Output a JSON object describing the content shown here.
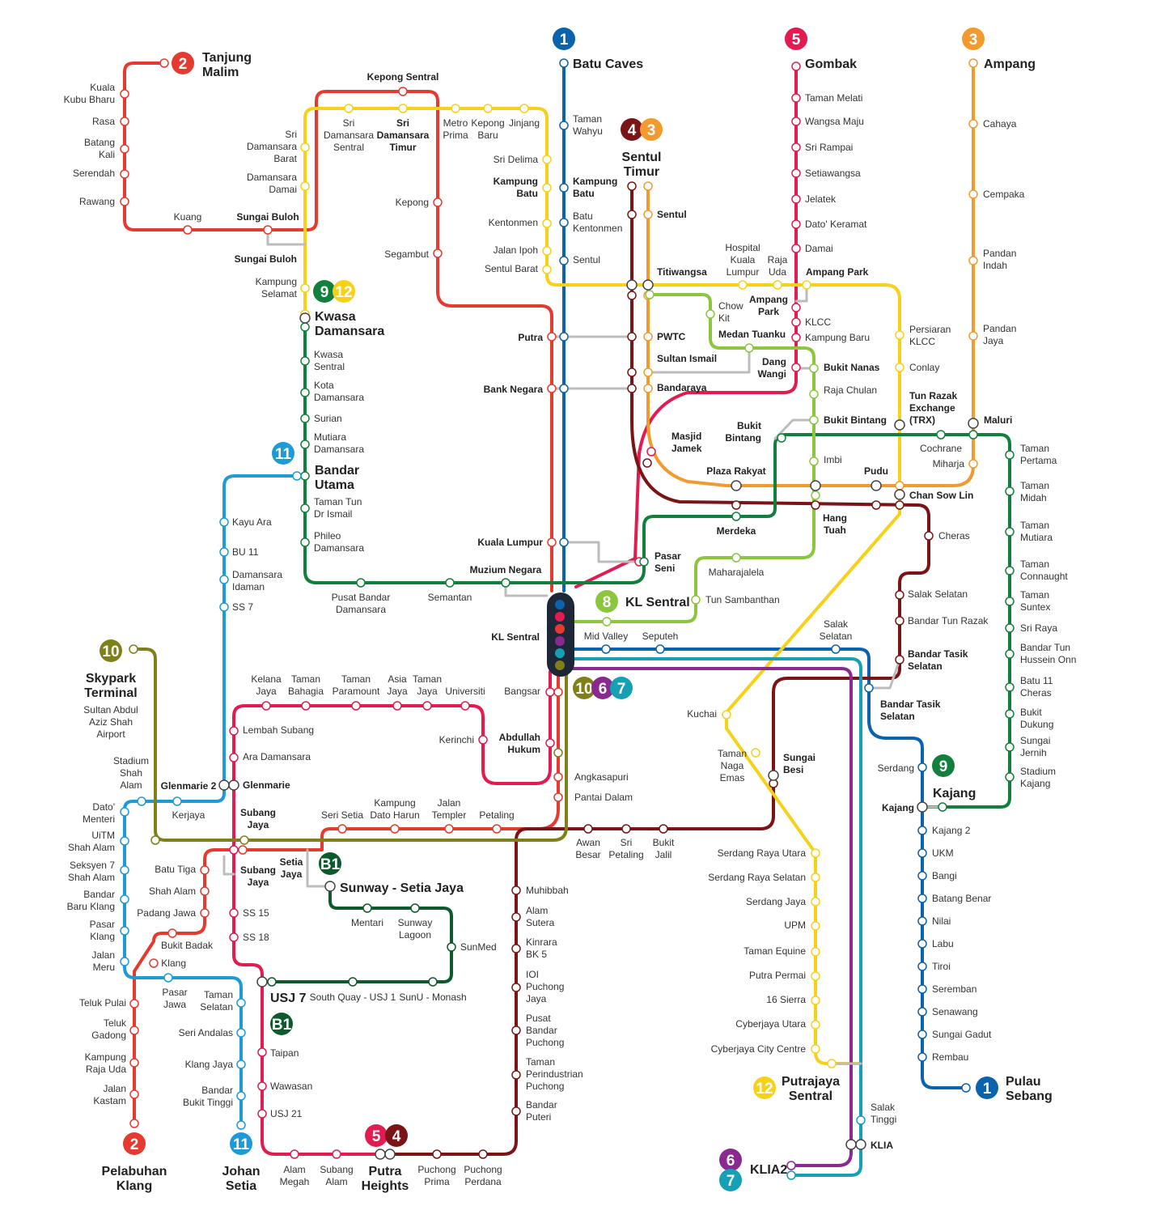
{
  "lines": [
    {
      "id": "1",
      "color": "#0b63ad"
    },
    {
      "id": "2",
      "color": "#e53a2f"
    },
    {
      "id": "3",
      "color": "#f39a2e"
    },
    {
      "id": "4",
      "color": "#7b1416"
    },
    {
      "id": "5",
      "color": "#e21b51"
    },
    {
      "id": "6",
      "color": "#8a2a91"
    },
    {
      "id": "7",
      "color": "#16a0b5"
    },
    {
      "id": "8",
      "color": "#8cc63f"
    },
    {
      "id": "9",
      "color": "#11803c"
    },
    {
      "id": "10",
      "color": "#80801a"
    },
    {
      "id": "11",
      "color": "#1e9ad6"
    },
    {
      "id": "12",
      "color": "#f7d117"
    },
    {
      "id": "B1",
      "color": "#0d5a2c"
    }
  ],
  "terminals": [
    {
      "line": "2",
      "name": "Tanjung Malim",
      "park": true
    },
    {
      "line": "1",
      "name": "Batu Caves",
      "park": true
    },
    {
      "line": "5",
      "name": "Gombak",
      "park": true
    },
    {
      "line": "3",
      "name": "Ampang",
      "park": true
    },
    {
      "line": "4 3",
      "name": "Sentul Timur",
      "park": true
    },
    {
      "line": "9 12",
      "name": "Kwasa Damansara",
      "park": true
    },
    {
      "line": "11",
      "name": "Bandar Utama",
      "park": true
    },
    {
      "line": "8",
      "name": "KL Sentral"
    },
    {
      "line": "10",
      "name": "Skypark Terminal",
      "sub": "Sultan Abdul Aziz Shah Airport"
    },
    {
      "line": "10 6 7"
    },
    {
      "line": "B1",
      "name": "Sunway - Setia Jaya"
    },
    {
      "line": "B1",
      "name": "USJ 7"
    },
    {
      "line": "9",
      "name": "Kajang",
      "park": true
    },
    {
      "line": "1",
      "name": "Pulau Sebang",
      "park": true
    },
    {
      "line": "12",
      "name": "Putrajaya Sentral",
      "park": true
    },
    {
      "line": "6 7",
      "name": "KLIA2"
    },
    {
      "line": "2",
      "name": "Pelabuhan Klang",
      "park": true
    },
    {
      "line": "11",
      "name": "Johan Setia",
      "park": true
    },
    {
      "line": "5 4",
      "name": "Putra Heights",
      "park": true
    }
  ],
  "stations": {
    "line2_north": [
      "Kuala Kubu Bharu",
      "Rasa",
      "Batang Kali",
      "Serendah",
      "Rawang",
      "Kuang",
      "Sungai Buloh"
    ],
    "line9_west": [
      "Sungai Buloh",
      "Kampung Selamat",
      "Kwasa Sentral",
      "Kota Damansara",
      "Surian",
      "Mutiara Damansara",
      "Taman Tun Dr Ismail",
      "Phileo Damansara",
      "Pusat Bandar Damansara",
      "Semantan",
      "Muzium Negara"
    ],
    "line12_north": [
      "Sri Damansara Barat",
      "Damansara Damai",
      "Sri Damansara Sentral",
      "Sri Damansara Timur",
      "Metro Prima",
      "Kepong Baru",
      "Jinjang",
      "Sri Delima",
      "Kampung Batu",
      "Kentonmen",
      "Jalan Ipoh",
      "Sentul Barat",
      "Titiwangsa",
      "Hospital Kuala Lumpur",
      "Raja Uda",
      "Ampang Park",
      "Persiaran KLCC",
      "Conlay",
      "Tun Razak Exchange (TRX)",
      "Chan Sow Lin",
      "Kuchai",
      "Taman Naga Emas",
      "Sungai Besi",
      "Serdang Raya Utara",
      "Serdang Raya Selatan",
      "Serdang Jaya",
      "UPM",
      "Taman Equine",
      "Putra Permai",
      "16 Sierra",
      "Cyberjaya Utara",
      "Cyberjaya City Centre",
      "Putrajaya Sentral"
    ],
    "line1": [
      "Batu Caves",
      "Taman Wahyu",
      "Kampung Batu",
      "Batu Kentonmen",
      "Sentul",
      "Putra",
      "Bank Negara",
      "Kuala Lumpur",
      "KL Sentral",
      "Mid Valley",
      "Seputeh",
      "Salak Selatan",
      "Bandar Tasik Selatan",
      "Serdang",
      "Kajang",
      "Kajang 2",
      "UKM",
      "Bangi",
      "Batang Benar",
      "Nilai",
      "Labu",
      "Tiroi",
      "Seremban",
      "Senawang",
      "Sungai Gadut",
      "Rembau",
      "Pulau Sebang"
    ],
    "line2_south": [
      "Kepong Sentral",
      "Kepong",
      "Segambut",
      "Angkasapuri",
      "Pantai Dalam",
      "Petaling",
      "Jalan Templer",
      "Kampung Dato Harun",
      "Seri Setia",
      "Setia Jaya",
      "Subang Jaya",
      "Batu Tiga",
      "Shah Alam",
      "Padang Jawa",
      "Bukit Badak",
      "Klang",
      "Teluk Pulai",
      "Teluk Gadong",
      "Kampung Raja Uda",
      "Jalan Kastam",
      "Pelabuhan Klang"
    ],
    "line5": [
      "Gombak",
      "Taman Melati",
      "Wangsa Maju",
      "Sri Rampai",
      "Setiawangsa",
      "Jelatek",
      "Dato' Keramat",
      "Damai",
      "Ampang Park",
      "KLCC",
      "Kampung Baru",
      "Dang Wangi",
      "Masjid Jamek",
      "Pasar Seni",
      "KL Sentral",
      "Bangsar",
      "Abdullah Hukum",
      "Kerinchi",
      "Universiti",
      "Taman Jaya",
      "Asia Jaya",
      "Taman Paramount",
      "Taman Bahagia",
      "Kelana Jaya",
      "Lembah Subang",
      "Ara Damansara",
      "Glenmarie",
      "Subang Jaya",
      "SS 15",
      "SS 18",
      "USJ 7",
      "Taipan",
      "Wawasan",
      "USJ 21",
      "Alam Megah",
      "Subang Alam",
      "Putra Heights"
    ],
    "line4_3": [
      "Sentul Timur",
      "Sentul",
      "Titiwangsa",
      "PWTC",
      "Sultan Ismail",
      "Bandaraya",
      "Masjid Jamek",
      "Plaza Rakyat",
      "Hang Tuah",
      "Pudu",
      "Chan Sow Lin",
      "Cheras",
      "Salak Selatan",
      "Bandar Tun Razak",
      "Bandar Tasik Selatan",
      "Sungai Besi",
      "Bukit Jalil",
      "Sri Petaling",
      "Awan Besar",
      "Muhibbah",
      "Alam Sutera",
      "Kinrara BK 5",
      "IOI Puchong Jaya",
      "Pusat Bandar Puchong",
      "Taman Perindustrian Puchong",
      "Bandar Puteri",
      "Puchong Perdana",
      "Puchong Prima",
      "Putra Heights"
    ],
    "line3": [
      "Ampang",
      "Cahaya",
      "Cempaka",
      "Pandan Indah",
      "Pandan Jaya",
      "Maluri",
      "Miharja",
      "Chan Sow Lin"
    ],
    "line8": [
      "Titiwangsa",
      "Chow Kit",
      "Medan Tuanku",
      "Bukit Nanas",
      "Raja Chulan",
      "Bukit Bintang",
      "Imbi",
      "Hang Tuah",
      "Maharajalela",
      "Tun Sambanthan",
      "KL Sentral"
    ],
    "line9_east": [
      "Merdeka",
      "Bukit Bintang",
      "Pasar Seni",
      "Cochrane",
      "Taman Pertama",
      "Taman Midah",
      "Taman Mutiara",
      "Taman Connaught",
      "Taman Suntex",
      "Sri Raya",
      "Bandar Tun Hussein Onn",
      "Batu 11 Cheras",
      "Bukit Dukung",
      "Sungai Jernih",
      "Stadium Kajang",
      "Kajang"
    ],
    "line11": [
      "Kayu Ara",
      "BU 11",
      "Damansara Idaman",
      "SS 7",
      "Glenmarie 2",
      "Kerjaya",
      "Stadium Shah Alam",
      "Dato' Menteri",
      "UiTM Shah Alam",
      "Seksyen 7 Shah Alam",
      "Bandar Baru Klang",
      "Pasar Klang",
      "Jalan Meru",
      "Pasar Jawa",
      "Taman Selatan",
      "Seri Andalas",
      "Klang Jaya",
      "Bandar Bukit Tinggi",
      "Johan Setia"
    ],
    "lineB1": [
      "Mentari",
      "Sunway Lagoon",
      "SunMed",
      "SunU - Monash",
      "South Quay - USJ 1"
    ],
    "line6_7": [
      "Salak Tinggi",
      "KLIA"
    ]
  }
}
